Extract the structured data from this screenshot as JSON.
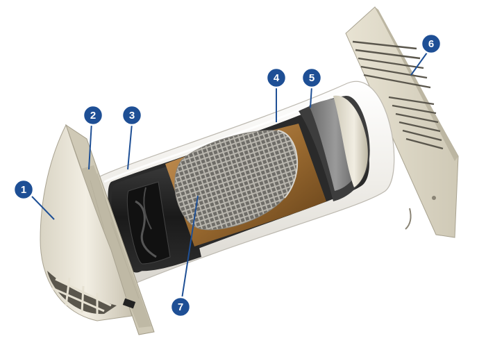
{
  "callouts": [
    {
      "id": "1",
      "label": "1"
    },
    {
      "id": "2",
      "label": "2"
    },
    {
      "id": "3",
      "label": "3"
    },
    {
      "id": "4",
      "label": "4"
    },
    {
      "id": "5",
      "label": "5"
    },
    {
      "id": "6",
      "label": "6"
    },
    {
      "id": "7",
      "label": "7"
    }
  ],
  "colors": {
    "badge": "#1e4f95",
    "badge_ring": "#ffffff",
    "leader": "#1e4f95",
    "grille": "#e6e1d2",
    "insulation": "#f1efea",
    "core": "#b07a3a",
    "fan_body": "#1d1d1d"
  }
}
